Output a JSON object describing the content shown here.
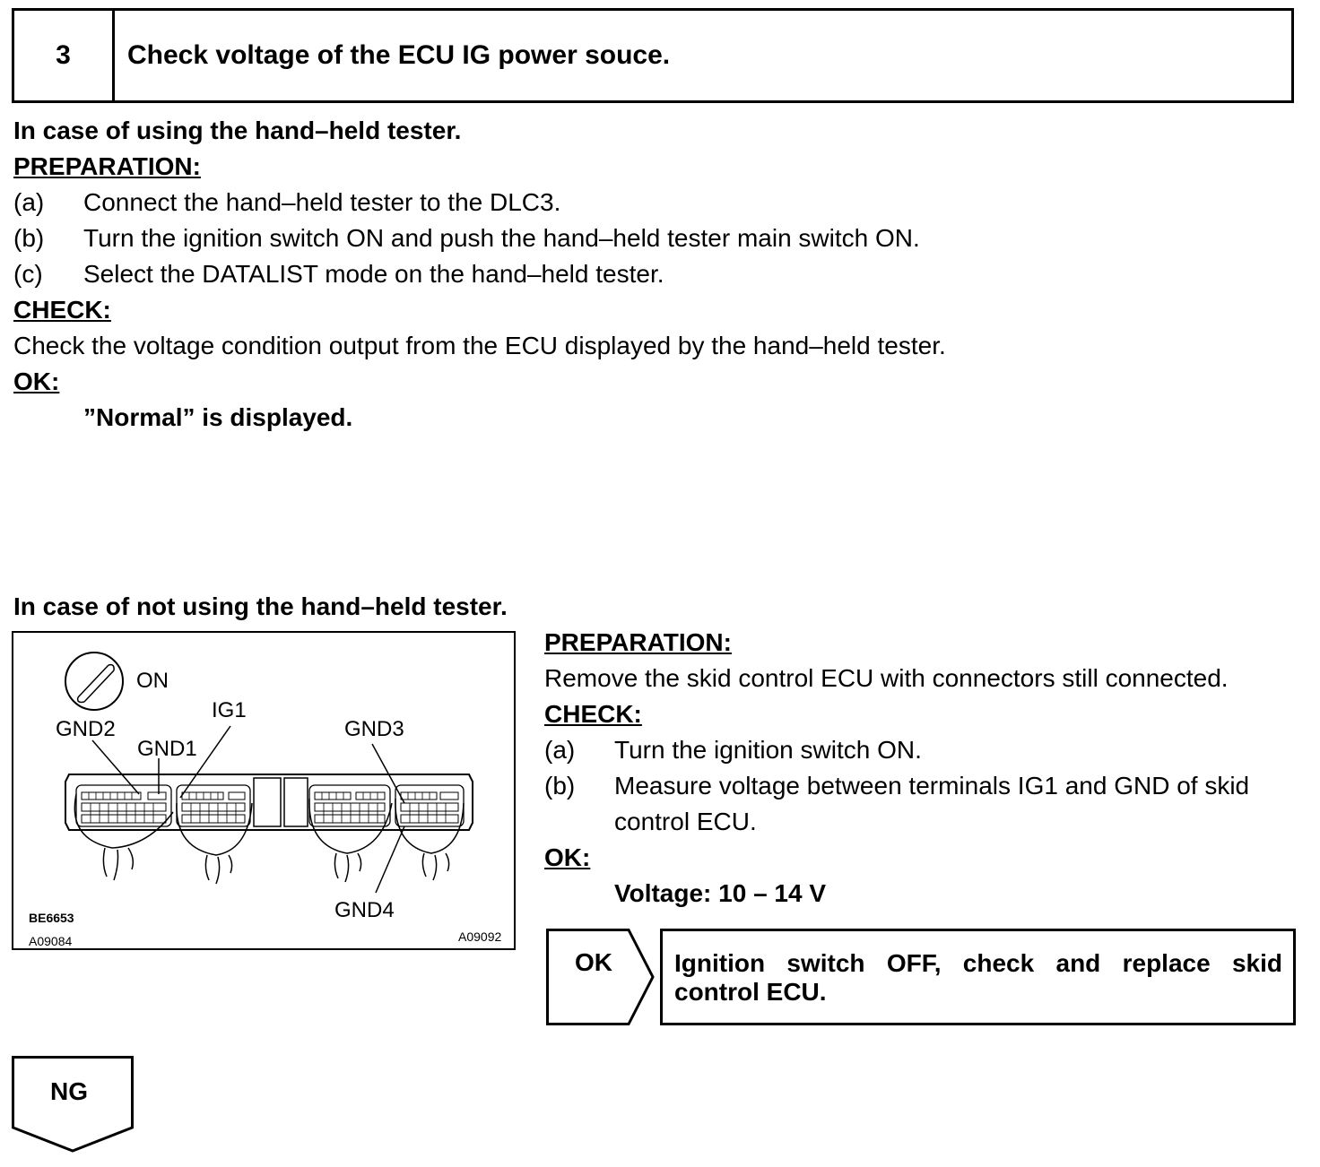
{
  "step": {
    "number": "3",
    "title": "Check voltage of the ECU IG power souce."
  },
  "section1": {
    "heading": "In case of using the hand–held tester.",
    "preparation_label": "PREPARATION:",
    "prep_items": [
      {
        "letter": "(a)",
        "text": "Connect the hand–held tester to the DLC3."
      },
      {
        "letter": "(b)",
        "text": "Turn the ignition switch ON and push the hand–held tester main switch ON."
      },
      {
        "letter": "(c)",
        "text": "Select the DATALIST mode on the hand–held tester."
      }
    ],
    "check_label": "CHECK:",
    "check_text": "Check the voltage condition output from the ECU displayed by the hand–held tester.",
    "ok_label": "OK:",
    "ok_text": "”Normal” is displayed."
  },
  "section2": {
    "heading": "In case of not using the hand–held tester.",
    "preparation_label": "PREPARATION:",
    "preparation_text": "Remove the skid control ECU with connectors still connected.",
    "check_label": "CHECK:",
    "check_items": [
      {
        "letter": "(a)",
        "text": "Turn the ignition switch ON."
      },
      {
        "letter": "(b)",
        "text": "Measure voltage between terminals IG1 and GND of skid",
        "text2": "control ECU."
      }
    ],
    "ok_label": "OK:",
    "ok_text": "Voltage: 10 – 14 V"
  },
  "figure": {
    "labels": {
      "on": "ON",
      "ig1": "IG1",
      "gnd2": "GND2",
      "gnd1": "GND1",
      "gnd3": "GND3",
      "gnd4": "GND4"
    },
    "codes": {
      "be": "BE6653",
      "left": "A09084",
      "right": "A09092"
    }
  },
  "result": {
    "ok_label": "OK",
    "ok_action": "Ignition switch OFF, check and replace skid control ECU.",
    "ng_label": "NG"
  }
}
